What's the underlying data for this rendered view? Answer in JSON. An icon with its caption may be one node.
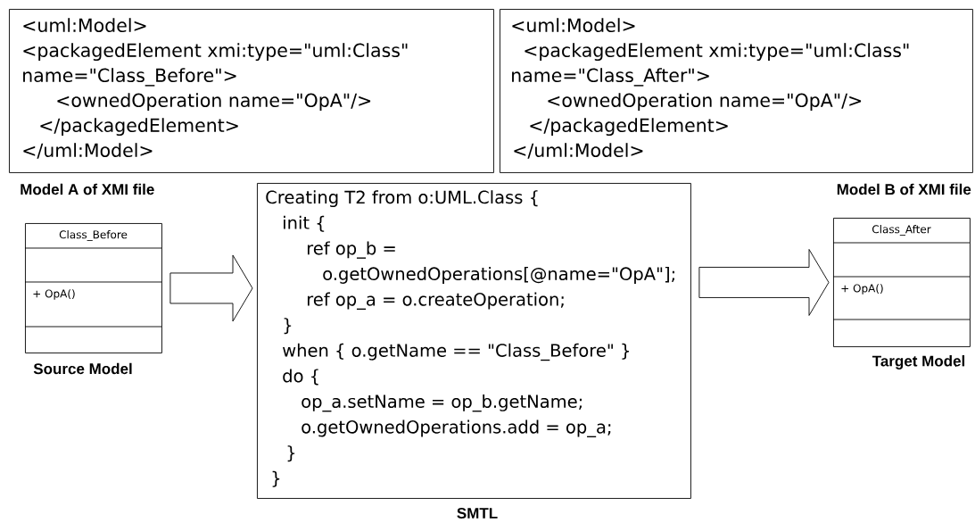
{
  "diagram": {
    "nodes": [
      {
        "text": [
          "<uml:Model>",
          "<packagedElement xmi:type=\"uml:Class\"",
          "name=\"Class_Before\">",
          "<ownedOperation name=\"OpA\"/>",
          "</packagedElement>",
          "</uml:Model>",
          "Model A of XMI file"
        ]
      },
      {
        "text": [
          "<uml:Model>",
          "<packagedElement xmi:type=\"uml:Class\"",
          "name=\"Class_After\">",
          "<ownedOperation name=\"OpA\"/>",
          "</packagedElement>",
          "</uml:Model>",
          "Model B of XMI file"
        ]
      },
      {
        "text": [
          "Class_Before",
          "+ OpA()"
        ],
        "beside": [
          "Source Model"
        ]
      },
      {
        "text": [
          "Creating T2 from o:UML.Class {",
          "init {",
          "ref op_b =",
          "o.getOwnedOperations[@name=\"OpA\"];",
          "ref op_a = o.createOperation;",
          "}",
          "when { o.getName == \"Class_Before\" }",
          "do {",
          "op_a.setName = op_b.getName;",
          "o.getOwnedOperations.add = op_a;",
          "}",
          "}"
        ],
        "beside": [
          "SMTL"
        ]
      },
      {
        "text": [
          "Class_After",
          "+ OpA()"
        ],
        "beside": [
          "Target Model"
        ]
      }
    ],
    "edges": [
      {
        "from": 2,
        "to": 3,
        "arrow": "to"
      },
      {
        "from": 3,
        "to": 4,
        "arrow": "to"
      }
    ]
  }
}
